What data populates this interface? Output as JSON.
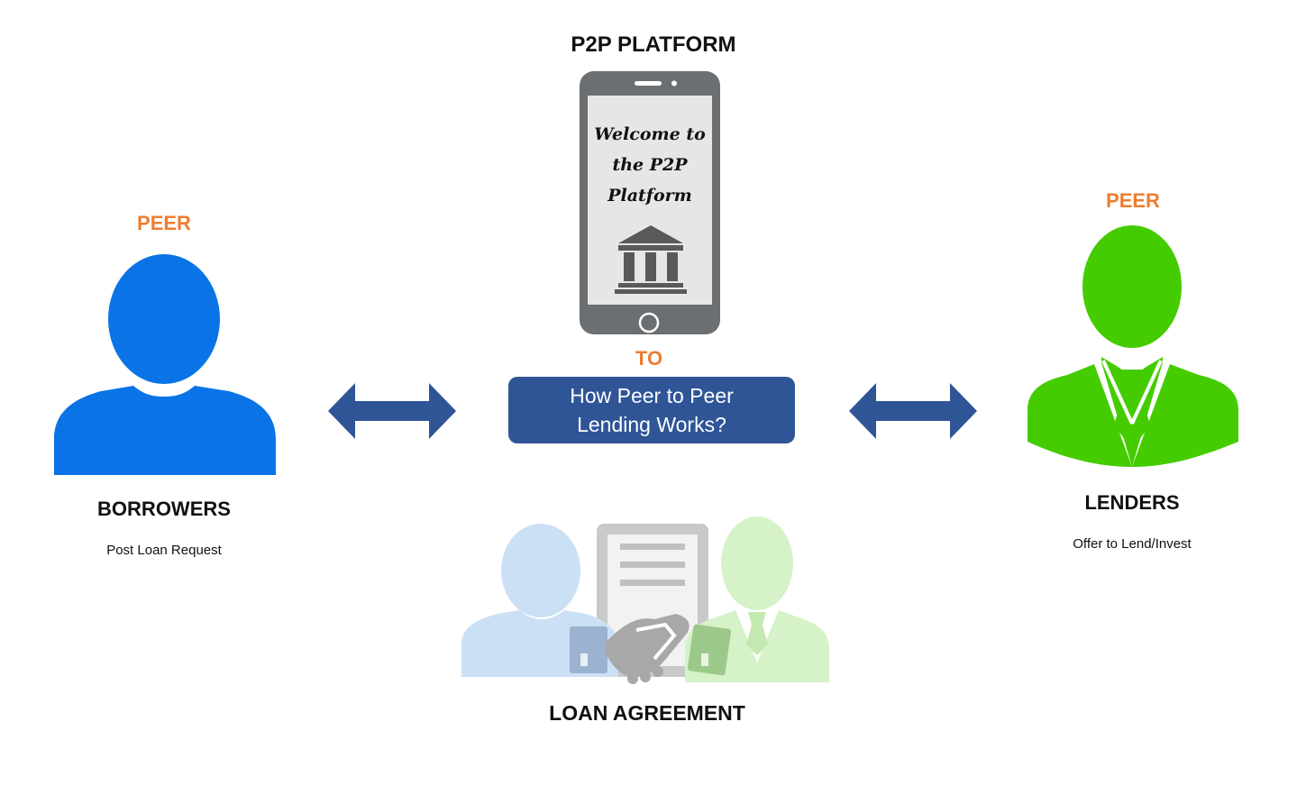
{
  "platform": {
    "title": "P2P PLATFORM",
    "screen_lines": [
      "Welcome to",
      "the P2P",
      "Platform"
    ],
    "icon": "bank-icon"
  },
  "center": {
    "to_label": "TO",
    "box_text": [
      "How Peer to Peer",
      "Lending Works?"
    ]
  },
  "left": {
    "peer_label": "PEER",
    "role": "BORROWERS",
    "description": "Post Loan Request",
    "icon": "person-icon",
    "color": "#0A73E6"
  },
  "right": {
    "peer_label": "PEER",
    "role": "LENDERS",
    "description": "Offer to Lend/Invest",
    "icon": "businessman-icon",
    "color": "#44CC00"
  },
  "bottom": {
    "label": "LOAN AGREEMENT",
    "icon": "handshake-agreement-icon"
  },
  "colors": {
    "arrow": "#2F5597",
    "accent": "#ED7D31",
    "phone": "#6B6F72"
  }
}
